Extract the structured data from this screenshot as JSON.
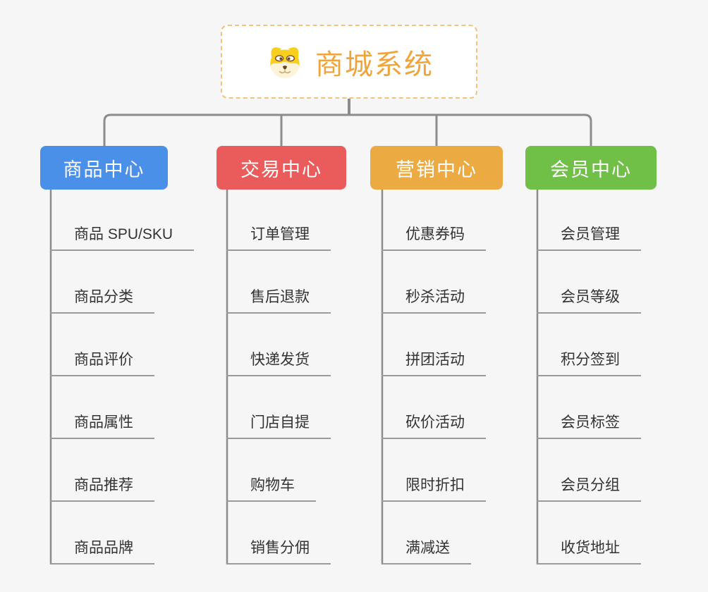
{
  "root": {
    "title": "商城系统",
    "icon": "dog-face-icon"
  },
  "branches": [
    {
      "label": "商品中心",
      "color": "#4a8fe8",
      "items": [
        "商品 SPU/SKU",
        "商品分类",
        "商品评价",
        "商品属性",
        "商品推荐",
        "商品品牌"
      ]
    },
    {
      "label": "交易中心",
      "color": "#ea5c5c",
      "items": [
        "订单管理",
        "售后退款",
        "快递发货",
        "门店自提",
        "购物车",
        "销售分佣"
      ]
    },
    {
      "label": "营销中心",
      "color": "#ecab42",
      "items": [
        "优惠券码",
        "秒杀活动",
        "拼团活动",
        "砍价活动",
        "限时折扣",
        "满减送"
      ]
    },
    {
      "label": "会员中心",
      "color": "#70bf47",
      "items": [
        "会员管理",
        "会员等级",
        "积分签到",
        "会员标签",
        "会员分组",
        "收货地址"
      ]
    }
  ],
  "style": {
    "background_color": "#f6f6f6",
    "connector_color": "#8c8c8c",
    "underline_color": "#9a9a9a",
    "root_border_color": "#f2c37c",
    "root_text_color": "#f0a43c",
    "leaf_text_color": "#333333"
  }
}
